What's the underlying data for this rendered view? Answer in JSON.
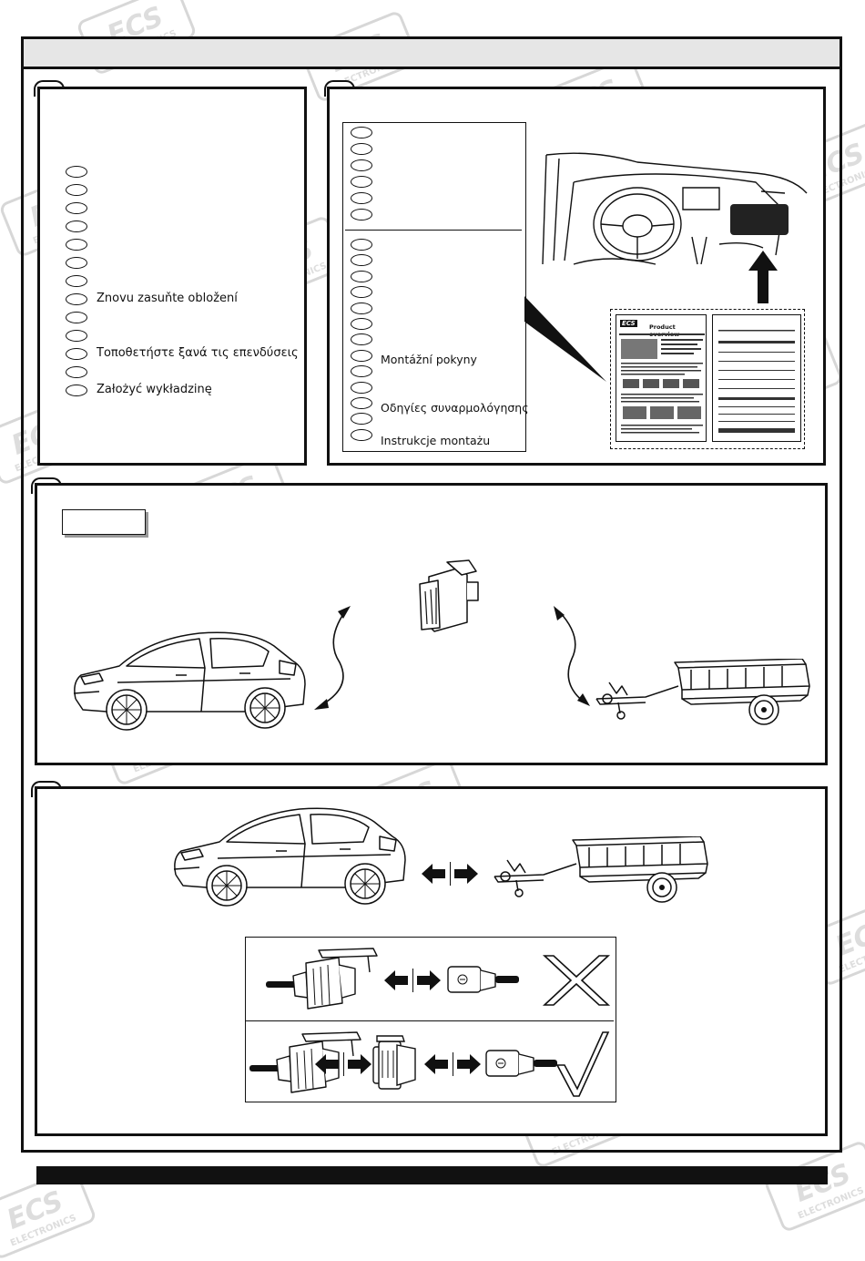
{
  "panel2": {
    "labels_left": [
      "Znovu zasuňte obložení",
      "Τοποθετήστε ξανά τις επενδύσεις",
      "Założyć wykładzinę"
    ],
    "labels_list": [
      "Montážní pokyny",
      "Οδηγίες συναρμολόγησης",
      "Instrukcje montażu"
    ],
    "doc_title": "Product overview",
    "doc_brand": "ECS"
  },
  "watermark": {
    "brand": "ECS",
    "sub": "ELECTRONICS"
  },
  "colors": {
    "ink": "#111111",
    "watermark": "#9a9a9a",
    "footer_bar": "#111111"
  },
  "icons": [
    "car-icon",
    "trailer-icon",
    "socket-adapter-icon",
    "cross-icon",
    "check-icon",
    "arrow-left-icon",
    "arrow-right-icon"
  ]
}
